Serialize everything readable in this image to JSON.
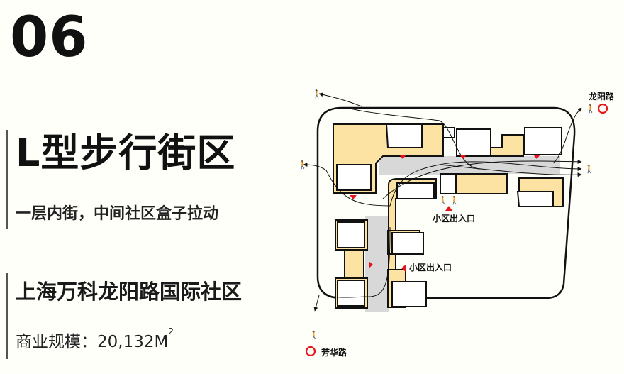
{
  "section_number": "06",
  "title": "L型步行街区",
  "subtitle": "一层内街，中间社区盒子拉动",
  "project_name": "上海万科龙阳路国际社区",
  "scale": {
    "label": "商业规模：",
    "value": "20,132M",
    "unit_sup": "2"
  },
  "plan": {
    "labels": {
      "metro_north": "龙阳路",
      "metro_south": "芳华路",
      "entrance_1": "小区出入口",
      "entrance_2": "小区出入口"
    },
    "colors": {
      "building_fill": "#fce3a4",
      "tower_fill": "#ffffff",
      "street_fill": "#d8d8d8",
      "outline": "#111111",
      "entrance_marker": "#e8141c",
      "metro_icon": "#e8141c"
    },
    "icons": [
      "pedestrian-icon",
      "metro-icon",
      "entrance-triangle-icon",
      "flow-arrow-icon"
    ]
  }
}
